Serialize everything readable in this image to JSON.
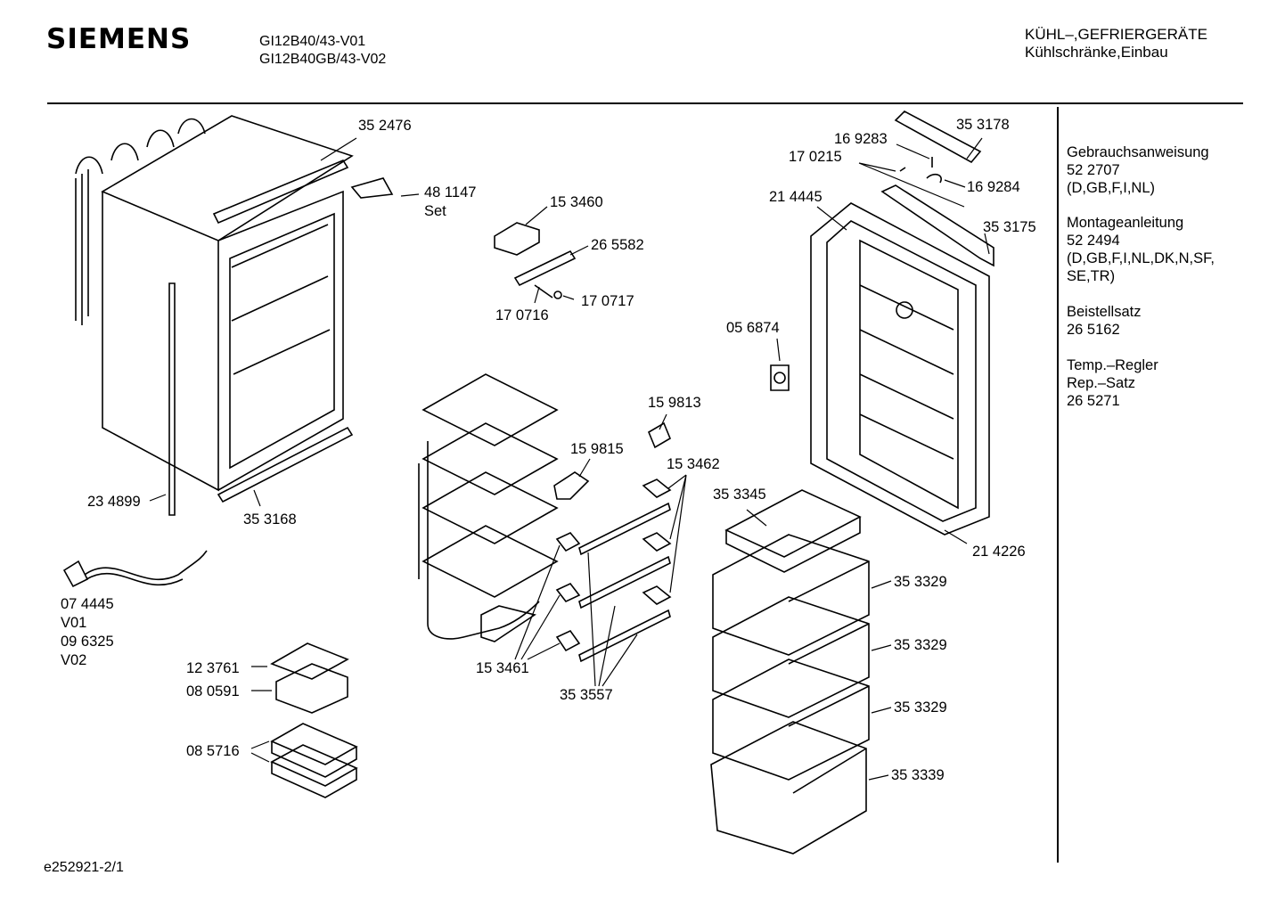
{
  "header": {
    "brand": "SIEMENS",
    "model_lines": [
      "GI12B40/43-V01",
      "GI12B40GB/43-V02"
    ],
    "category_lines": [
      "KÜHL–,GEFRIERGERÄTE",
      "Kühlschränke,Einbau"
    ]
  },
  "sidebar": {
    "groups": [
      {
        "lines": [
          "Gebrauchsanweisung",
          "52 2707",
          "(D,GB,F,I,NL)"
        ]
      },
      {
        "lines": [
          "Montageanleitung",
          "52 2494",
          "(D,GB,F,I,NL,DK,N,SF,",
          "SE,TR)"
        ]
      },
      {
        "lines": [
          "Beistellsatz",
          "26 5162"
        ]
      },
      {
        "lines": [
          "Temp.–Regler",
          "Rep.–Satz",
          "26 5271"
        ]
      }
    ]
  },
  "part_labels": {
    "cabinet_top_bracket": "35 2476",
    "hinge_set": "48 1147",
    "hinge_set_note": "Set",
    "side_strip": "23 4899",
    "bottom_strip": "35 3168",
    "power_cord": "07 4445",
    "power_cord_v01": "V01",
    "power_cord_alt": "09 6325",
    "power_cord_v02": "V02",
    "ice_tray_lid": "12 3761",
    "ice_tray": "08 0591",
    "cold_packs": "08 5716",
    "switch_housing": "15 3460",
    "switch_plate": "26 5582",
    "screw_bolt": "17 0716",
    "washer": "17 0717",
    "clip_upper": "15 9813",
    "clip_lower": "15 9815",
    "shelf_holder_right": "15 3462",
    "shelf_holder_left": "15 3461",
    "shelf_rail": "35 3557",
    "door_handle": "35 3178",
    "screw_a": "16 9283",
    "screw_b": "17 0215",
    "cover_cap": "16 9284",
    "door_inner": "21 4445",
    "door_hinge_bracket": "35 3175",
    "thermostat_knob": "05 6874",
    "door_gasket": "21 4226",
    "upper_tray": "35 3345",
    "drawer_1": "35 3329",
    "drawer_2": "35 3329",
    "drawer_3": "35 3329",
    "drawer_bottom": "35 3339"
  },
  "footer": {
    "doc_code": "e252921-2/1"
  }
}
